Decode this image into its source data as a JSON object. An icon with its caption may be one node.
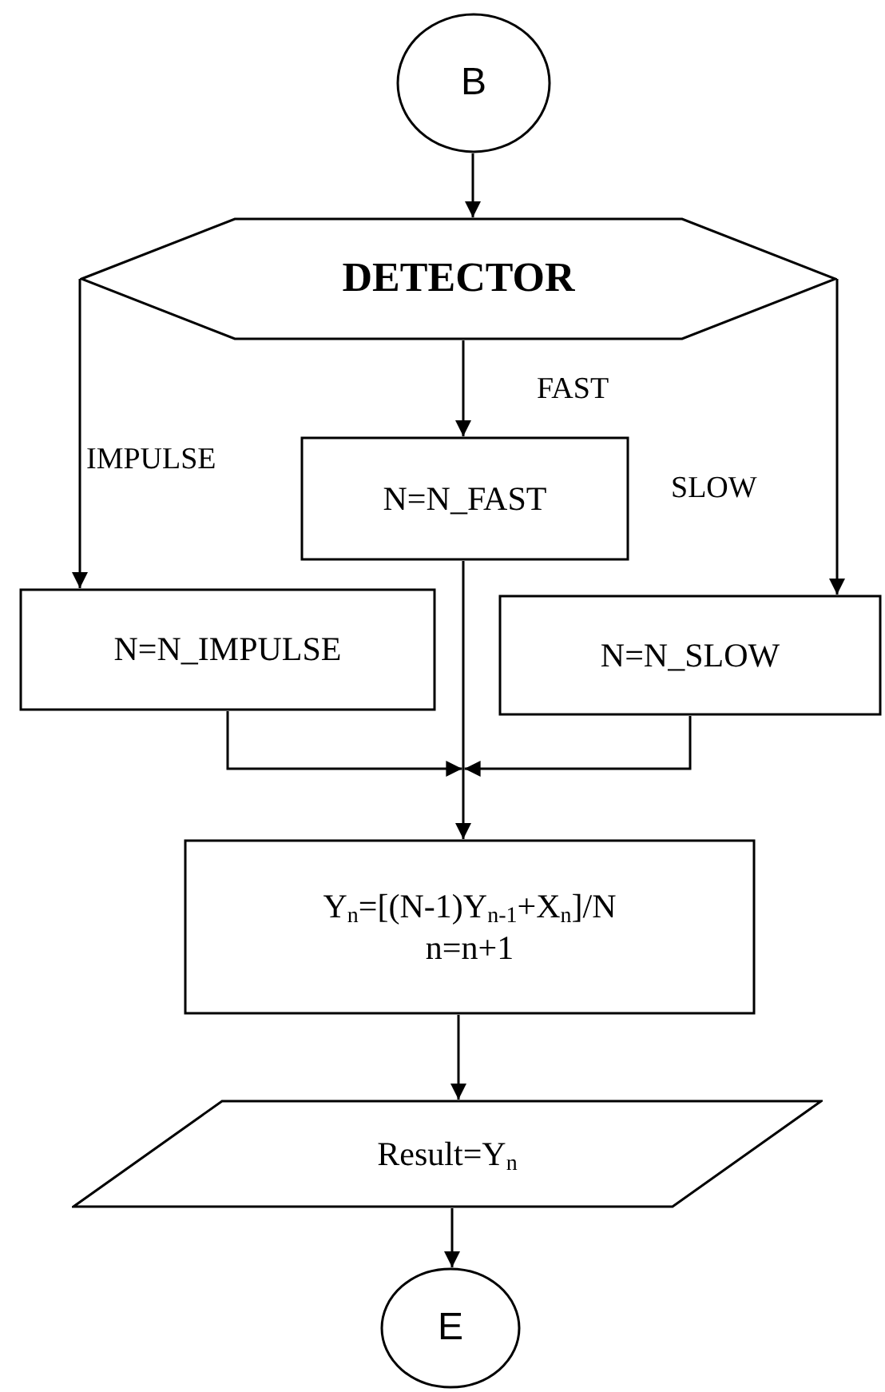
{
  "diagram": {
    "nodes": [
      {
        "text": [
          "B"
        ]
      },
      {
        "text": [
          "DETECTOR"
        ]
      },
      {
        "text": [
          "N=N_FAST"
        ]
      },
      {
        "text": [
          "N=N_IMPULSE"
        ]
      },
      {
        "text": [
          "N=N_SLOW"
        ]
      },
      {
        "text": [
          "Y$_{n}$=[(N-1)Y$_{n-1}$+X$_{n}$]/N",
          "n=n+1"
        ]
      },
      {
        "text": [
          "Result=Y$_{n}$"
        ]
      },
      {
        "text": [
          "E"
        ]
      }
    ],
    "edges": [
      {
        "from": 0,
        "to": 1,
        "arrow": "to"
      },
      {
        "from": 1,
        "to": 2,
        "arrow": "to",
        "label": "FAST"
      },
      {
        "from": 1,
        "to": 3,
        "arrow": "to",
        "label": "IMPULSE"
      },
      {
        "from": 1,
        "to": 4,
        "arrow": "to",
        "label": "SLOW"
      },
      {
        "from": 2,
        "to": 5,
        "arrow": "to"
      },
      {
        "from": 3,
        "to": 5,
        "arrow": "to"
      },
      {
        "from": 4,
        "to": 5,
        "arrow": "to"
      },
      {
        "from": 5,
        "to": 6,
        "arrow": "to"
      },
      {
        "from": 6,
        "to": 7,
        "arrow": "to"
      }
    ]
  }
}
